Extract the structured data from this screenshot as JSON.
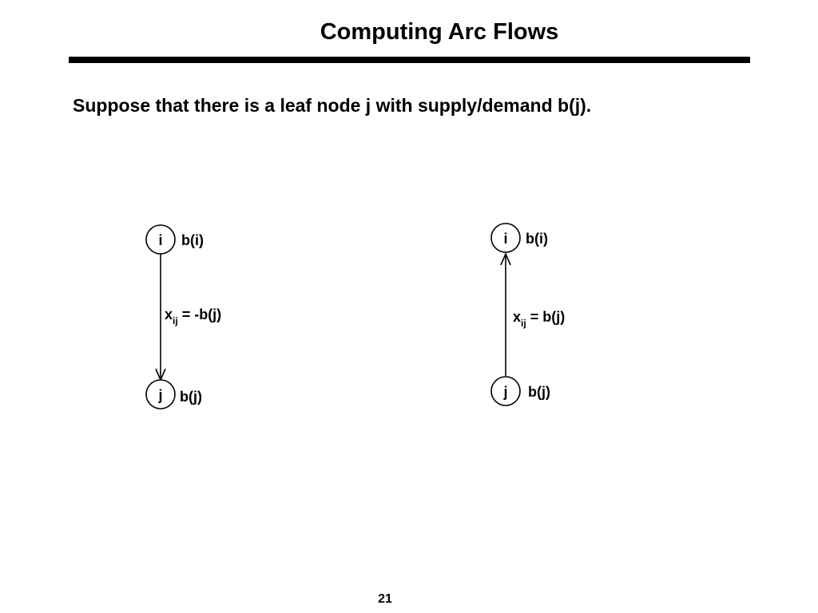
{
  "slide": {
    "title": "Computing Arc Flows",
    "statement": "Suppose that there is a leaf node j with supply/demand b(j).",
    "page_number": "21"
  },
  "diagrams": [
    {
      "direction": "i-to-j",
      "top_node": {
        "label": "i",
        "supply": "b(i)"
      },
      "bottom_node": {
        "label": "j",
        "supply": "b(j)"
      },
      "flow": {
        "var": "x",
        "sub": "ij",
        "rhs": " = -b(j)"
      }
    },
    {
      "direction": "j-to-i",
      "top_node": {
        "label": "i",
        "supply": "b(i)"
      },
      "bottom_node": {
        "label": "j",
        "supply": "b(j)"
      },
      "flow": {
        "var": "x",
        "sub": "ij",
        "rhs": " = b(j)"
      }
    }
  ]
}
